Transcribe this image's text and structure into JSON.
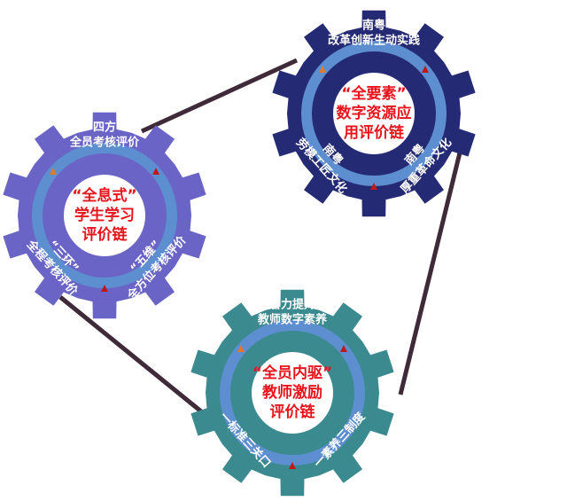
{
  "colors": {
    "gear_top": "#252a74",
    "gear_left": "#6a64c6",
    "gear_bottom": "#3a8a8f",
    "ring": "#5d8fd0",
    "connector": "#3e2a38",
    "core_text": "#e8141c"
  },
  "gears": [
    {
      "id": "top",
      "core": [
        "“全要素”",
        "数字资源应",
        "用评价链"
      ],
      "top_label": [
        "南粤",
        "改革创新生动实践"
      ],
      "left_label": [
        "南粤",
        "劳模工匠文化"
      ],
      "right_label": [
        "南粤",
        "厚重革命文化"
      ]
    },
    {
      "id": "left",
      "core": [
        "“全息式”",
        "学生学习",
        "评价链"
      ],
      "top_label": [
        "“四方”",
        "全员考核评价"
      ],
      "left_label": [
        "“三环”",
        "全程考核评价"
      ],
      "right_label": [
        "“五维”",
        "全方位考核评价"
      ]
    },
    {
      "id": "bottom",
      "core": [
        "“全员内驱”",
        "教师激励",
        "评价链"
      ],
      "top_label": [
        "着力提升",
        "教师数字素养"
      ],
      "left_label": [
        "一标准三关口"
      ],
      "right_label": [
        "一素养三制度"
      ]
    }
  ]
}
